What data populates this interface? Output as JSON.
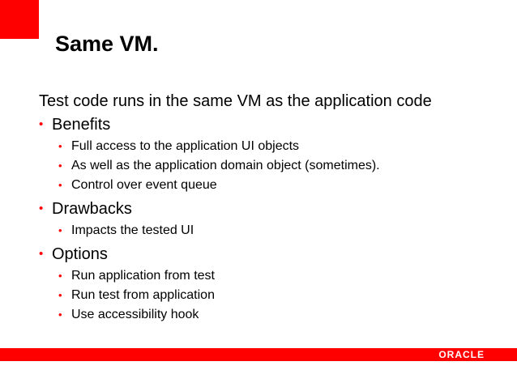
{
  "slide": {
    "title": "Same VM.",
    "intro": "Test code runs in the same VM as the application code",
    "bullet_glyph": "•",
    "sections": [
      {
        "label": "Benefits",
        "items": [
          "Full access to the application UI objects",
          "As well as the application domain object (sometimes).",
          "Control over event queue"
        ]
      },
      {
        "label": "Drawbacks",
        "items": [
          "Impacts the tested UI"
        ]
      },
      {
        "label": "Options",
        "items": [
          "Run application from test",
          "Run test from application",
          "Use accessibility hook"
        ]
      }
    ]
  },
  "footer": {
    "logo_text": "ORACLE"
  },
  "colors": {
    "accent": "#ff0000",
    "text": "#000000",
    "background": "#ffffff"
  }
}
